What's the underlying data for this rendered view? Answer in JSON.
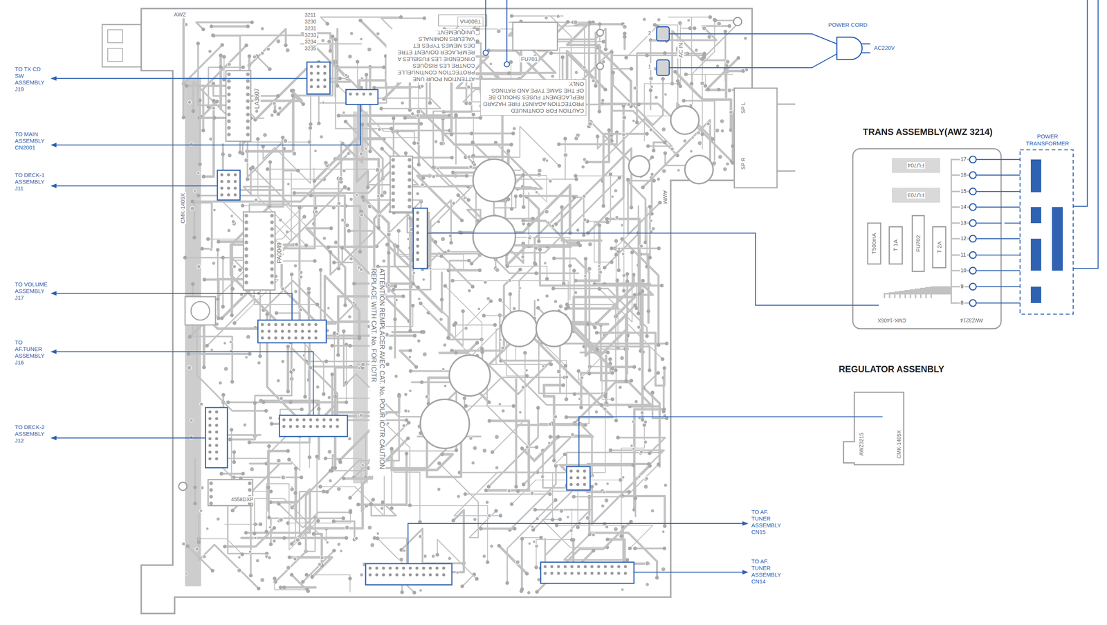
{
  "diagram": {
    "nodes": [
      {
        "text": [
          "AWZ"
        ]
      },
      {
        "text": [
          "TRANS ASSEMBLY(AWZ 3214)"
        ]
      },
      {
        "text": [
          "POWER TRANSFORMER"
        ]
      },
      {
        "text": [
          "REGULATOR ASSENBLY"
        ]
      }
    ],
    "edges": [
      {
        "from": 0,
        "to": 1,
        "arrow": "none"
      },
      {
        "from": 0,
        "to": 3,
        "arrow": "none"
      },
      {
        "from": 2,
        "to": 1,
        "arrow": "none"
      }
    ],
    "labels": [
      "TO TX CD SW ASSEMBLY J19",
      "TO MAIN ASSEMBLY CN2001",
      "TO DECK-1 ASSEMBLY J11",
      "TO VOLUME ASSEMBLY J17",
      "TO AF.TUNER ASSEMBLY J16",
      "TO DECK-2 ASSEMBLY J12",
      "TO AF. TUNER ASSEMBLY CN15",
      "TO AF. TUNER ASSEMBLY CN14",
      "POWER CORD",
      "AC220V",
      "3211",
      "3230",
      "3231",
      "3233",
      "3234",
      "3235",
      "T800mA",
      "FU701",
      "2",
      "1",
      "AC IN",
      "CAUTION FOR CONTINUED PROTECTION AGAINST FIRE HAZARD REPLACEMENT FUSES SHOULD BE OF THE SAME TYPE AND RATINGS ONLY.",
      "ATTENTION POUR UNE PROTECTION CONTINUELLE CONTRE LES RISQUES D'INCENDIE LES FUSIBLES A REMPLACER DOIVENT ETRE DES MEMES TYPES ET VALEURS NOMINALS UNIQUEMENT.",
      "LA3607",
      "PA0049",
      "CMK-1405X",
      "AWM",
      "ATTENTION REMPLACER AVEC CAT. No. POUR IC/TR CAUTION REPLACE WITH CAT. No. FOR IC/TR",
      "SP L",
      "SP R",
      "4558DXP",
      "FU704",
      "FU703",
      "FU702",
      "T500mA",
      "T 1A",
      "T 2A",
      "CMK-1405X",
      "AWZ3214",
      "17",
      "16",
      "15",
      "14",
      "13",
      "12",
      "11",
      "10",
      "9",
      "8",
      "AWZ3215",
      "CMK-1405X"
    ]
  }
}
